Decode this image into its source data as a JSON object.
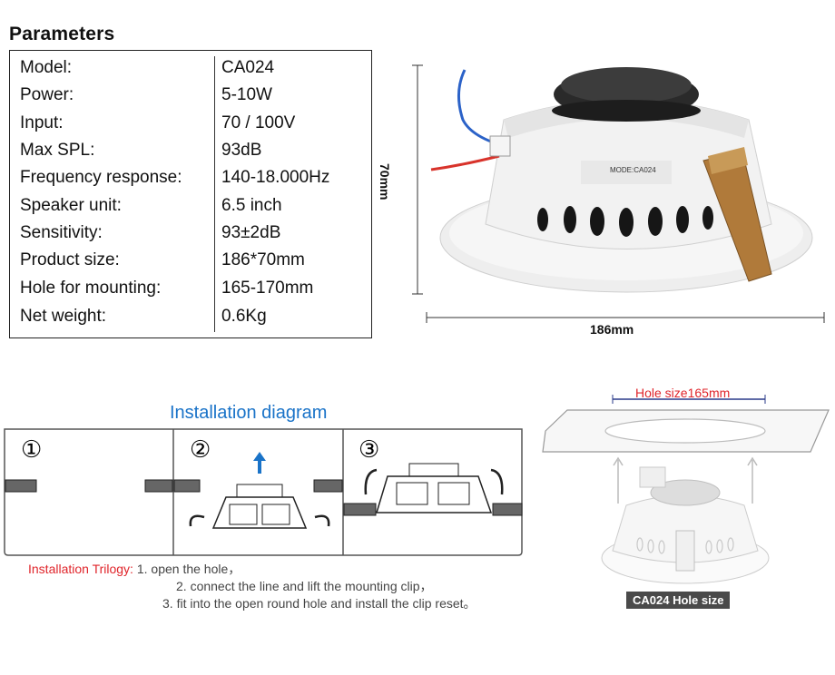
{
  "parameters": {
    "title": "Parameters",
    "rows": [
      {
        "key": "Model:",
        "value": "CA024"
      },
      {
        "key": "Power:",
        "value": "5-10W"
      },
      {
        "key": "Input:",
        "value": "70 / 100V"
      },
      {
        "key": "Max SPL:",
        "value": "93dB"
      },
      {
        "key": "Frequency response:",
        "value": "140-18.000Hz"
      },
      {
        "key": "Speaker unit:",
        "value": "6.5 inch"
      },
      {
        "key": "Sensitivity:",
        "value": "93±2dB"
      },
      {
        "key": "Product size:",
        "value": "186*70mm"
      },
      {
        "key": "Hole for mounting:",
        "value": "165-170mm"
      },
      {
        "key": "Net weight:",
        "value": "0.6Kg"
      }
    ]
  },
  "product_photo": {
    "height_label": "70mm",
    "width_label": "186mm",
    "model_marking": "MODE:CA024"
  },
  "installation": {
    "title": "Installation diagram",
    "steps": [
      "①",
      "②",
      "③"
    ],
    "trilogy_label": "Installation Trilogy:",
    "instructions": [
      "1. open the hole，",
      "2. connect the line and lift the mounting clip，",
      "3. fit into the open round hole and install the clip reset。"
    ]
  },
  "hole_diagram": {
    "hole_size_label": "Hole size165mm",
    "caption": "CA024 Hole size"
  },
  "colors": {
    "accent_blue": "#1a73c8",
    "accent_red": "#e0252b",
    "caption_bg": "#4a4a4a"
  }
}
